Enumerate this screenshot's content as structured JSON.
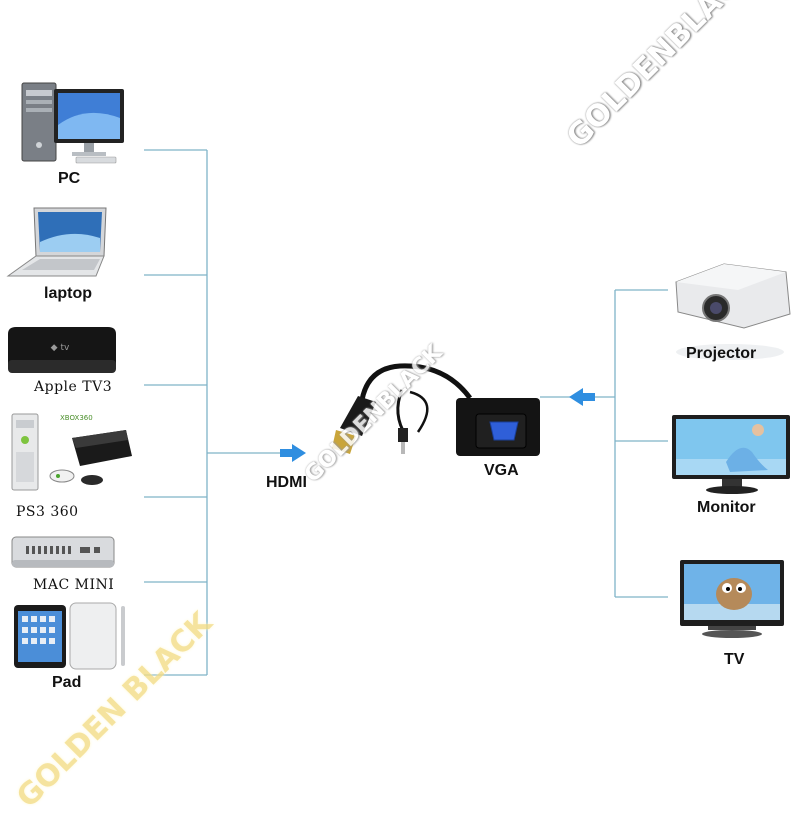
{
  "sources": {
    "pc": "PC",
    "laptop": "laptop",
    "apple_tv": "Apple TV3",
    "ps3_360": "PS3 360",
    "mac_mini": "MAC MINI",
    "pad": "Pad"
  },
  "adapter": {
    "input": "HDMI",
    "output": "VGA"
  },
  "displays": {
    "projector": "Projector",
    "monitor": "Monitor",
    "tv": "TV"
  },
  "watermark": {
    "text": "GOLDENBLACK",
    "text_spaced": "GOLDEN BLACK"
  },
  "colors": {
    "line": "#7fb3c8",
    "arrow": "#2f8ee0",
    "watermark_gold": "#f3dd86"
  }
}
